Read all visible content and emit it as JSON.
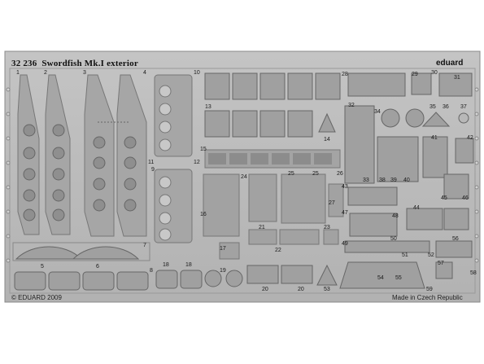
{
  "sheet": {
    "code": "32 236",
    "name": "Swordfish Mk.I exterior",
    "brand": "eduard",
    "copyright": "© EDUARD 2009",
    "origin": "Made in Czech Republic"
  },
  "part_numbers": {
    "n1": "1",
    "n2": "2",
    "n3": "3",
    "n4": "4",
    "n5": "5",
    "n6": "6",
    "n7": "7",
    "n8": "8",
    "n9": "9",
    "n10": "10",
    "n11": "11",
    "n12": "12",
    "n13": "13",
    "n14": "14",
    "n15": "15",
    "n16": "16",
    "n17": "17",
    "n18a": "18",
    "n18b": "18",
    "n19": "19",
    "n20a": "20",
    "n20b": "20",
    "n21": "21",
    "n22": "22",
    "n23": "23",
    "n24": "24",
    "n25a": "25",
    "n25b": "25",
    "n26": "26",
    "n27": "27",
    "n28": "28",
    "n29": "29",
    "n30": "30",
    "n31": "31",
    "n32": "32",
    "n33": "33",
    "n34": "34",
    "n35": "35",
    "n36": "36",
    "n37": "37",
    "n38": "38",
    "n39": "39",
    "n40": "40",
    "n41": "41",
    "n42": "42",
    "n43": "43",
    "n44": "44",
    "n45": "45",
    "n46": "46",
    "n47": "47",
    "n48": "48",
    "n49": "49",
    "n50": "50",
    "n51": "51",
    "n52": "52",
    "n53": "53",
    "n54": "54",
    "n55": "55",
    "n56": "56",
    "n57": "57",
    "n58": "58",
    "n59": "59"
  },
  "colors": {
    "fret": "#b9b9b9",
    "part": "#a8a8a8",
    "etch": "#7f7f7f",
    "dark": "#4a4a4a",
    "hole": "#d0d0d0"
  }
}
